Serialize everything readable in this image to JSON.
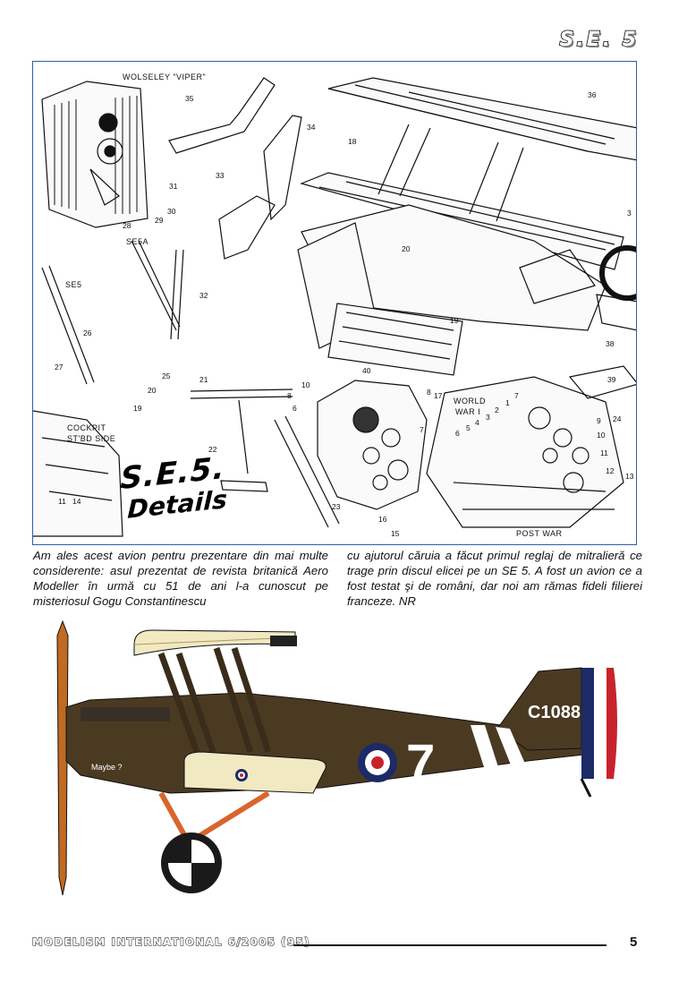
{
  "header": {
    "title": "S.E. 5"
  },
  "drawing": {
    "annotations": {
      "engine": "WOLSELEY \"VIPER\"",
      "se5a": "SE5A",
      "se5": "SE5",
      "cockpit_line1": "COCKPIT",
      "cockpit_line2": "ST'BD SIDE",
      "ww1_line1": "WORLD",
      "ww1_line2": "WAR I",
      "postwar": "POST WAR"
    },
    "logo_main": "S.E.5.",
    "logo_sub": "Details",
    "part_numbers": [
      "35",
      "34",
      "33",
      "31",
      "30",
      "29",
      "28",
      "18",
      "36",
      "3",
      "20",
      "19",
      "32",
      "26",
      "25",
      "27",
      "21",
      "20",
      "19",
      "22",
      "23",
      "40",
      "38",
      "39",
      "24",
      "9",
      "10",
      "11",
      "12",
      "13",
      "10",
      "8",
      "6",
      "7",
      "1",
      "2",
      "3",
      "4",
      "5",
      "6",
      "7",
      "8",
      "11",
      "14",
      "15",
      "16",
      "17"
    ]
  },
  "caption": {
    "left": "Am ales acest avion pentru prezentare din mai multe considerente: asul prezentat de revista britanică Aero Modeller în urmă cu 51 de ani l-a cunoscut pe misteriosul Gogu Constantinescu",
    "right": "cu ajutorul căruia a făcut primul reglaj de mitralieră ce trage prin discul elicei pe un SE 5. A fost un avion ce a fost testat şi de români, dar noi am rămas fideli filierei franceze. NR"
  },
  "profile": {
    "serial": "C1088",
    "fuselage_number": "7",
    "nose_name": "Maybe ?",
    "colors": {
      "fuselage": "#4b3a22",
      "wing_fabric": "#f1e9c2",
      "propeller": "#c06a22",
      "roundel_blue": "#1c2a66",
      "roundel_red": "#c8232c",
      "strut_orange": "#d9652b"
    }
  },
  "footer": {
    "magazine": "MODELISM INTERNATIONAL 6/2005 (95)",
    "page": "5"
  }
}
